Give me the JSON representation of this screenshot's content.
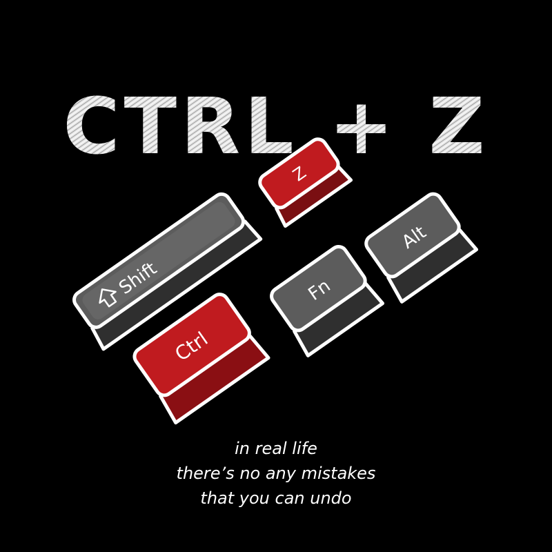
{
  "title": "CTRL + Z",
  "keys": {
    "shift": "Shift",
    "ctrl": "Ctrl",
    "fn": "Fn",
    "alt": "Alt",
    "z": "Z"
  },
  "caption": {
    "line1": "in real life",
    "line2": "there’s no any mistakes",
    "line3": "that you can undo"
  },
  "colors": {
    "background": "#000000",
    "gray_key": "#5c5c5c",
    "red_key": "#c01b1f",
    "outline": "#ffffff"
  },
  "icons": {
    "shift_icon": "up-arrow-outline"
  }
}
